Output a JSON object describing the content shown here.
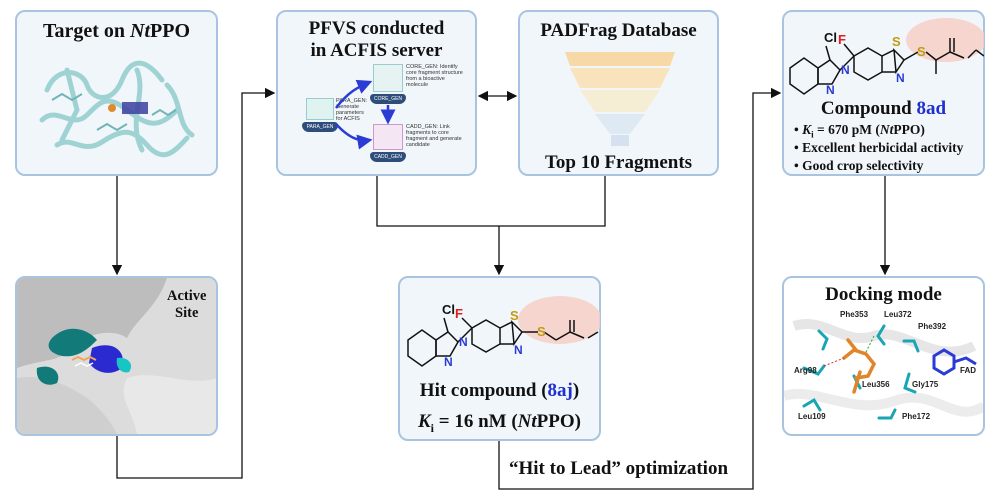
{
  "target_panel": {
    "title_prefix": "Target on ",
    "title_italic": "Nt",
    "title_suffix": "PPO"
  },
  "active_site_panel": {
    "label_line1": "Active",
    "label_line2": "Site"
  },
  "pfvs_panel": {
    "title_line1": "PFVS conducted",
    "title_line2": "in ACFIS server",
    "chip_left": "PARA_GEN",
    "chip_center": "CORE_GEN",
    "chip_bottom": "CADD_GEN",
    "note_para": "PARA_GEN: Generate parameters for ACFIS",
    "note_core": "CORE_GEN: Identify core fragment structure from a bioactive molecule",
    "note_cadd": "CADD_GEN: Link fragments to core fragment and generate candidate"
  },
  "padfrag_panel": {
    "title": "PADFrag Database",
    "subtitle": "Top 10 Fragments"
  },
  "hit_panel": {
    "cl": "Cl",
    "f": "F",
    "s1": "S",
    "s2": "S",
    "n": "N",
    "n2": "N",
    "n3": "N",
    "title_prefix": "Hit compound (",
    "title_compound": "8aj",
    "title_suffix": ")",
    "ki_k": "K",
    "ki_sub": "i",
    "ki_value": " = 16 nM (",
    "ki_italic": "Nt",
    "ki_end": "PPO)"
  },
  "lead_panel": {
    "cl": "Cl",
    "f": "F",
    "s1": "S",
    "s2": "S",
    "n": "N",
    "n2": "N",
    "n3": "N",
    "title_prefix": "Compound ",
    "title_compound": "8ad",
    "b1_k": "K",
    "b1_sub": "i",
    "b1_value": " = 670 pM (",
    "b1_italic": "Nt",
    "b1_end": "PPO)",
    "b2": "Excellent herbicidal activity",
    "b3": "Good crop selectivity"
  },
  "docking_panel": {
    "title": "Docking mode",
    "residues": [
      "Phe353",
      "Leu372",
      "Phe392",
      "Arg98",
      "Leu356",
      "Gly175",
      "FAD",
      "Leu109",
      "Phe172"
    ]
  },
  "optimization_label": "“Hit to Lead” optimization",
  "colors": {
    "panel_border": "#a8c4e0",
    "panel_fill": "#f1f6fb",
    "compound_blue": "#1f2fd0",
    "halogen_red": "#e02020",
    "sulfur_gold": "#c49a12",
    "nitrogen_blue": "#2a3bd6",
    "highlight_pink": "#f6cfc4"
  }
}
